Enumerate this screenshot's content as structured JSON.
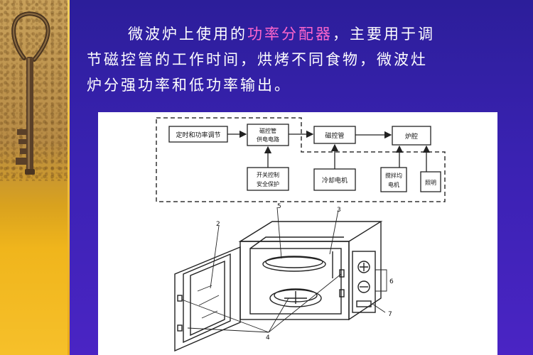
{
  "slide": {
    "line1_indent": "",
    "line1_a": "微波炉上使用的",
    "line1_highlight": "功率分配器",
    "line1_b": "，主要用于调",
    "line2": "节磁控管的工作时间，烘烤不同食物，微波灶",
    "line3": "炉分强功率和低功率输出。"
  },
  "diagram": {
    "blocks": {
      "timer": "定时和功率调节",
      "magnetron_supply_1": "磁控管",
      "magnetron_supply_2": "供电电路",
      "magnetron": "磁控管",
      "cavity": "炉腔",
      "safety_1": "开关控制",
      "safety_2": "安全保护",
      "cooling": "冷却电机",
      "stirrer_1": "搅拌均",
      "stirrer_2": "电机",
      "light": "照明"
    },
    "callouts": {
      "n2": "2",
      "n3": "3",
      "n4": "4",
      "n5": "5",
      "n6": "6",
      "n7": "7"
    }
  },
  "colors": {
    "background": "#3a22b2",
    "text": "#ffffff",
    "highlight": "#ff66cc",
    "strip_top": "#c8a15b",
    "strip_bottom": "#f6c02a"
  },
  "icons": [
    "key-icon"
  ]
}
